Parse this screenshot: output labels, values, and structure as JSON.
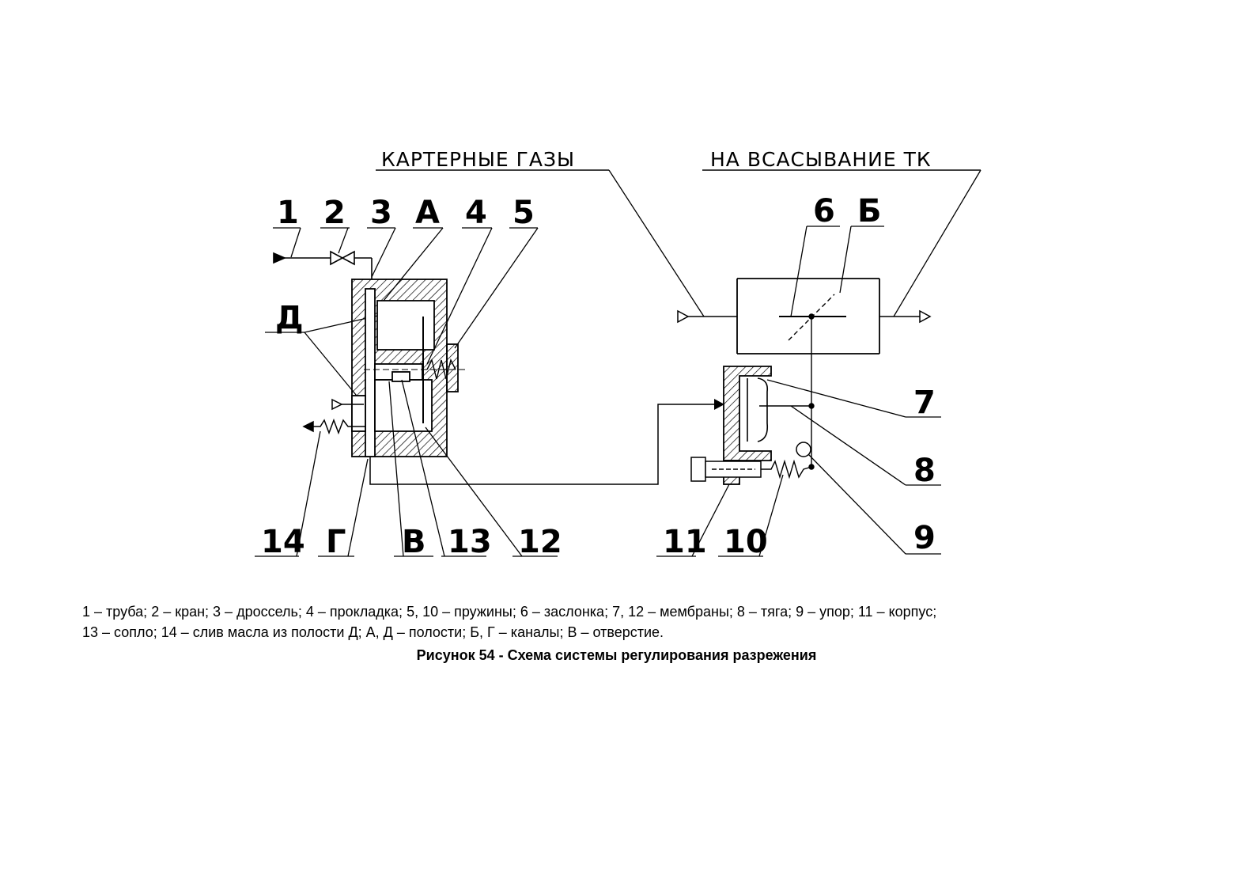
{
  "top_labels": {
    "left": "КАРТЕРНЫЕ ГАЗЫ",
    "right": "НА ВСАСЫВАНИЕ ТК"
  },
  "callouts": {
    "n1": "1",
    "n2": "2",
    "n3": "3",
    "a": "А",
    "n4": "4",
    "n5": "5",
    "d": "Д",
    "n6": "6",
    "b": "Б",
    "n7": "7",
    "n8": "8",
    "n9": "9",
    "n14": "14",
    "g": "Г",
    "v": "В",
    "n13": "13",
    "n12": "12",
    "n11": "11",
    "n10": "10"
  },
  "legend": {
    "line1": "1 – труба; 2 – кран; 3 – дроссель; 4 – прокладка; 5, 10 – пружины; 6 – заслонка; 7, 12 – мембраны; 8 – тяга; 9 – упор; 11 – корпус;",
    "line2": "13 – сопло; 14 – слив масла из полости Д; А, Д – полости; Б, Г – каналы; В – отверстие."
  },
  "caption": "Рисунок 54 - Схема системы регулирования разрежения"
}
